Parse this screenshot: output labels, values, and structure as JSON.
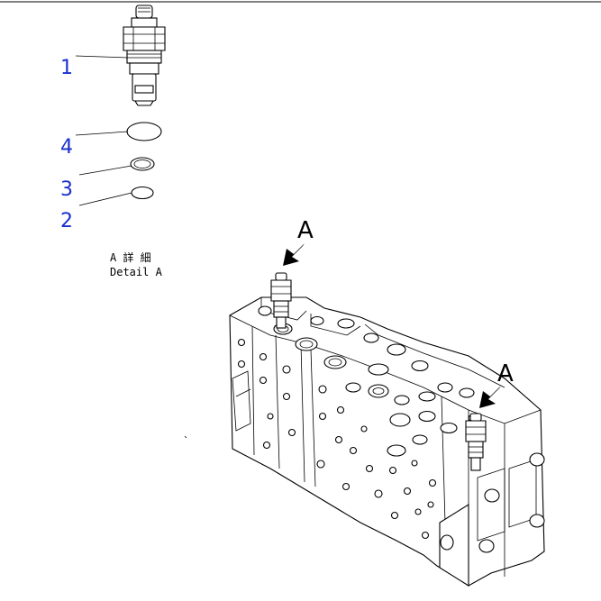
{
  "callouts": [
    {
      "id": "1",
      "label": "1"
    },
    {
      "id": "4",
      "label": "4"
    },
    {
      "id": "3",
      "label": "3"
    },
    {
      "id": "2",
      "label": "2"
    }
  ],
  "detail": {
    "title_jp": "A 詳 細",
    "title_en": "Detail A"
  },
  "view_markers": [
    {
      "label": "A"
    },
    {
      "label": "A"
    }
  ],
  "colors": {
    "callout": "#1a2fd0",
    "line": "#000000",
    "background": "#ffffff"
  }
}
